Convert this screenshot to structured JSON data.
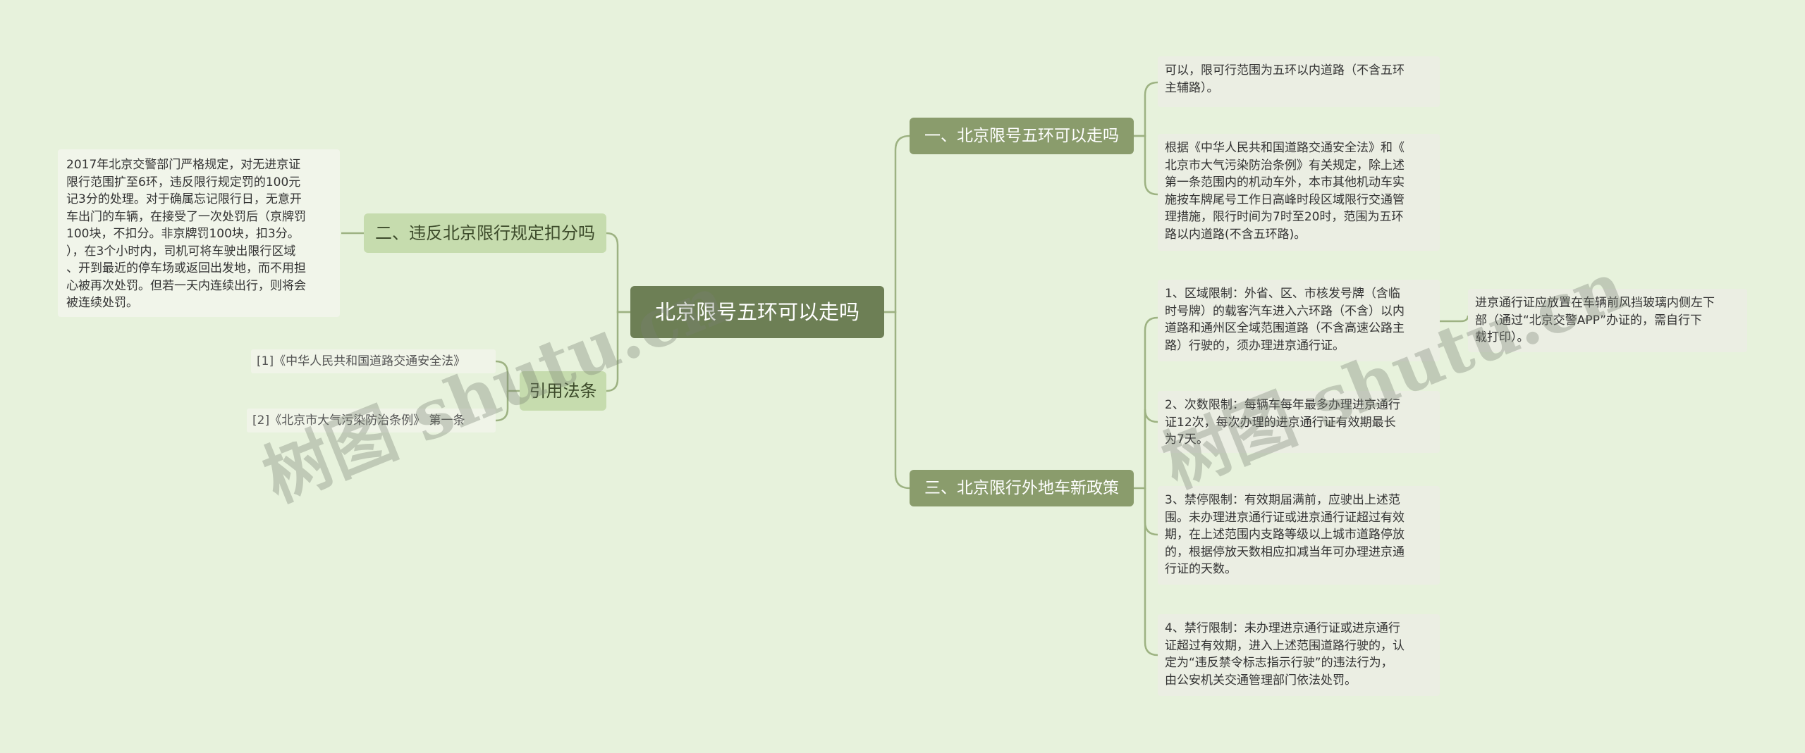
{
  "root": {
    "label": "北京限号五环可以走吗"
  },
  "branches": {
    "b1": {
      "label": "一、北京限号五环可以走吗",
      "leaves": [
        "可以，限可行范围为五环以内道路（不含五环\n主辅路）。",
        "根据《中华人民共和国道路交通安全法》和《\n北京市大气污染防治条例》有关规定，除上述\n第一条范围内的机动车外，本市其他机动车实\n施按车牌尾号工作日高峰时段区域限行交通管\n理措施，限行时间为7时至20时，范围为五环\n路以内道路(不含五环路)。"
      ]
    },
    "b3": {
      "label": "三、北京限行外地车新政策",
      "leaves": [
        "1、区域限制：外省、区、市核发号牌（含临\n时号牌）的载客汽车进入六环路（不含）以内\n道路和通州区全域范围道路（不含高速公路主\n路）行驶的，须办理进京通行证。",
        "2、次数限制：每辆车每年最多办理进京通行\n证12次，每次办理的进京通行证有效期最长\n为7天。",
        "3、禁停限制：有效期届满前，应驶出上述范\n围。未办理进京通行证或进京通行证超过有效\n期，在上述范围内支路等级以上城市道路停放\n的，根据停放天数相应扣减当年可办理进京通\n行证的天数。",
        "4、禁行限制：未办理进京通行证或进京通行\n证超过有效期，进入上述范围道路行驶的，认\n定为“违反禁令标志指示行驶”的违法行为，\n由公安机关交通管理部门依法处罚。"
      ],
      "sub_leaf": "进京通行证应放置在车辆前风挡玻璃内侧左下\n部（通过“北京交警APP”办证的，需自行下\n载打印）。"
    },
    "b2": {
      "label": "二、违反北京限行规定扣分吗",
      "leaf": "2017年北京交警部门严格规定，对无进京证\n限行范围扩至6环，违反限行规定罚的100元\n记3分的处理。对于确属忘记限行日，无意开\n车出门的车辆，在接受了一次处罚后（京牌罚\n100块，不扣分。非京牌罚100块，扣3分。\n），在3个小时内，司机可将车驶出限行区域\n、开到最近的停车场或返回出发地，而不用担\n心被再次处罚。但若一天内连续出行，则将会\n被连续处罚。"
    },
    "refs": {
      "label": "引用法条",
      "items": [
        "[1]《中华人民共和国道路交通安全法》",
        "[2]《北京市大气污染防治条例》 第一条"
      ]
    }
  },
  "watermarks": [
    "树图 shutu.cn",
    "树图 shutu.cn"
  ],
  "colors": {
    "background": "#e7f2dc",
    "root": "#6d7f55",
    "branch_dark": "#8a9c6c",
    "branch_light": "#c6dcae",
    "connector": "#9db282"
  }
}
